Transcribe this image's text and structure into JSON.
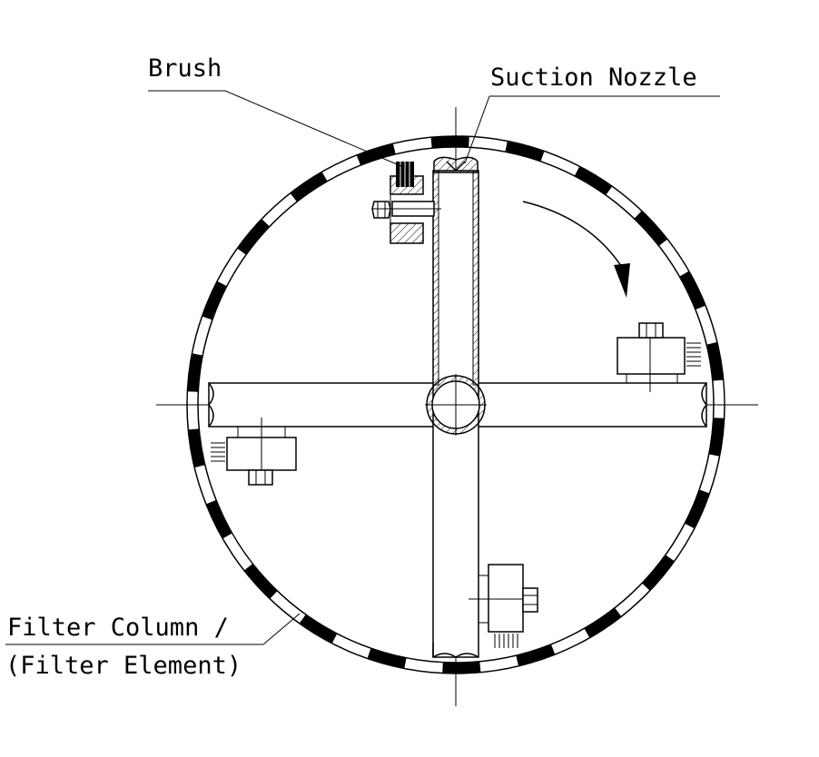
{
  "labels": {
    "brush": "Brush",
    "suction_nozzle": "Suction Nozzle",
    "filter_column_line1": "Filter Column /",
    "filter_column_line2": "(Filter Element)"
  },
  "rotation": {
    "direction": "clockwise"
  },
  "colors": {
    "line": "#000000",
    "background": "#ffffff"
  },
  "icons": {
    "rotation_arrow": "clockwise-arrow-icon",
    "bolt": "hex-bolt-icon"
  }
}
